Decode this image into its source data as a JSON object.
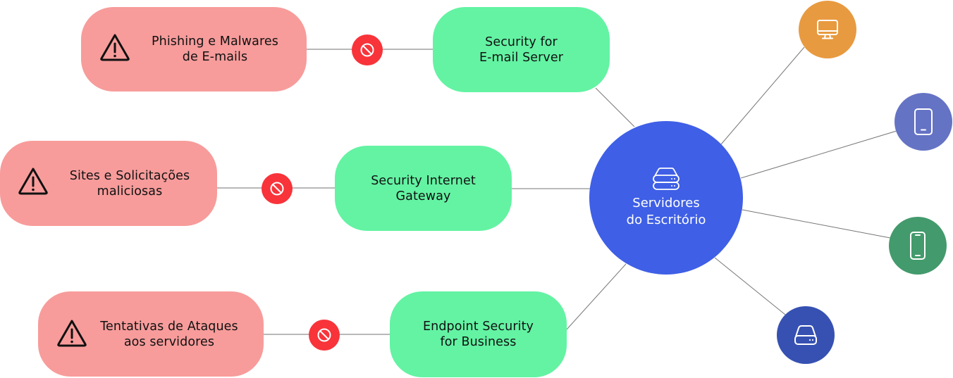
{
  "diagram": {
    "hub": {
      "label": "Servidores\ndo Escritório",
      "icon": "server-stack-icon",
      "color": "#3f5fe6"
    },
    "flows": [
      {
        "threat": {
          "label": "Phishing e Malwares\nde E-mails",
          "icon": "warning-triangle-icon"
        },
        "blocker": {
          "icon": "blocked-icon"
        },
        "solution": {
          "label": "Security for\nE-mail Server"
        }
      },
      {
        "threat": {
          "label": "Sites e Solicitações\nmaliciosas",
          "icon": "warning-triangle-icon"
        },
        "blocker": {
          "icon": "blocked-icon"
        },
        "solution": {
          "label": "Security Internet\nGateway"
        }
      },
      {
        "threat": {
          "label": "Tentativas de Ataques\naos servidores",
          "icon": "warning-triangle-icon"
        },
        "blocker": {
          "icon": "blocked-icon"
        },
        "solution": {
          "label": "Endpoint Security\nfor Business"
        }
      }
    ],
    "devices": [
      {
        "name": "desktop",
        "icon": "desktop-monitor-icon",
        "color": "#e89a40"
      },
      {
        "name": "tablet",
        "icon": "tablet-icon",
        "color": "#6573c4"
      },
      {
        "name": "smartphone",
        "icon": "smartphone-icon",
        "color": "#439a6c"
      },
      {
        "name": "storage",
        "icon": "hard-drive-icon",
        "color": "#3651b2"
      }
    ],
    "colors": {
      "threat": "#f79c9b",
      "solution": "#63f3a3",
      "blocker": "#f8333a",
      "connector": "#9a9a9a"
    }
  }
}
